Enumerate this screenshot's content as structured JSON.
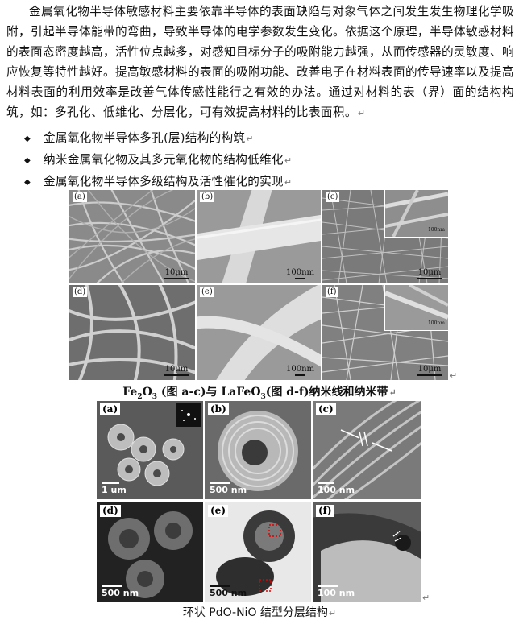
{
  "paragraph": "金属氧化物半导体敏感材料主要依靠半导体的表面缺陷与对象气体之间发生发生物理化学吸附，引起半导体能带的弯曲，导致半导体的电学参数发生变化。依据这个原理，半导体敏感材料的表面态密度越高，活性位点越多，对感知目标分子的吸附能力越强，从而传感器的灵敏度、响应恢复等特性越好。提高敏感材料的表面的吸附功能、改善电子在材料表面的传导速率以及提高材料表面的利用效率是改善气体传感性能行之有效的办法。通过对材料的表（界）面的结构构筑，如：多孔化、低维化、分层化，可有效提高材料的比表面积。",
  "return_mark": "↵",
  "bullet_glyph": "◆",
  "bullets": [
    "金属氧化物半导体多孔(层)结构的构筑",
    "纳米金属氧化物及其多元氧化物的结构低维化",
    "金属氧化物半导体多级结构及活性催化的实现"
  ],
  "figure1": {
    "panels": [
      {
        "label": "(a)",
        "scale": "10μm"
      },
      {
        "label": "(b)",
        "scale": "100nm"
      },
      {
        "label": "(c)",
        "scale": "10μm",
        "inset_scale": "100nm"
      },
      {
        "label": "(d)",
        "scale": "10μm"
      },
      {
        "label": "(e)",
        "scale": "100nm"
      },
      {
        "label": "(f)",
        "scale": "10μm",
        "inset_scale": "100nm"
      }
    ],
    "caption_prefix": "Fe",
    "caption_sub1": "2",
    "caption_o": "O",
    "caption_sub2": "3",
    "caption_rest": " (图 a-c)与 LaFeO",
    "caption_sub3": "3",
    "caption_end": "(图 d-f)纳米线和纳米带"
  },
  "figure2": {
    "panels": [
      {
        "label": "(a)",
        "scale": "1 um"
      },
      {
        "label": "(b)",
        "scale": "500 nm"
      },
      {
        "label": "(c)",
        "scale": "100 nm"
      },
      {
        "label": "(d)",
        "scale": "500 nm"
      },
      {
        "label": "(e)",
        "scale": "500 nm"
      },
      {
        "label": "(f)",
        "scale": "100 nm"
      }
    ],
    "caption": "环状 PdO-NiO 结型分层结构"
  }
}
